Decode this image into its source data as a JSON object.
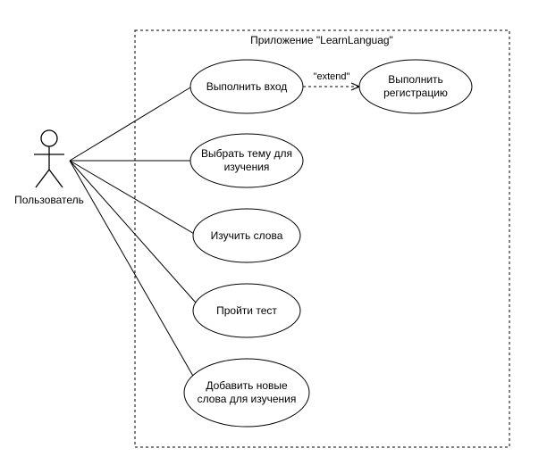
{
  "system": {
    "title": "Приложение \"LearnLanguag\""
  },
  "actor": {
    "name": "Пользователь"
  },
  "use_cases": [
    {
      "id": "login",
      "label": "Выполнить вход"
    },
    {
      "id": "register",
      "label": "Выполнить\nрегистрацию"
    },
    {
      "id": "topic",
      "label": "Выбрать тему для\nизучения"
    },
    {
      "id": "study",
      "label": "Изучить слова"
    },
    {
      "id": "test",
      "label": "Пройти тест"
    },
    {
      "id": "add",
      "label": "Добавить новые\nслова для изучения"
    }
  ],
  "relations": [
    {
      "from": "login",
      "to": "register",
      "label": "\"extend\"",
      "style": "dashed"
    }
  ],
  "colors": {
    "stroke": "#000000",
    "background": "#ffffff"
  }
}
